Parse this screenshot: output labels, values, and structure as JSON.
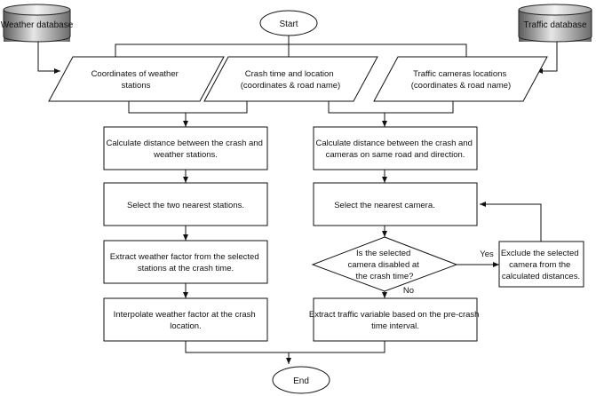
{
  "databases": {
    "weather": "Weather database",
    "traffic": "Traffic database"
  },
  "terminals": {
    "start": "Start",
    "end": "End"
  },
  "inputs": {
    "weather_stations": [
      "Coordinates of weather",
      "stations"
    ],
    "crash": [
      "Crash time and location",
      "(coordinates & road name)"
    ],
    "cameras": [
      "Traffic cameras locations",
      "(coordinates & road name)"
    ]
  },
  "left_steps": {
    "distance_stations": [
      "Calculate distance between the crash and",
      "weather stations."
    ],
    "select_stations": [
      "Select the two nearest stations."
    ],
    "extract_weather": [
      "Extract weather factor from the selected",
      "stations at the crash time."
    ],
    "interpolate": [
      "Interpolate weather factor at the crash",
      "location."
    ]
  },
  "right_steps": {
    "distance_cameras": [
      "Calculate distance between the crash and",
      "cameras on same road and direction."
    ],
    "select_camera": [
      "Select the nearest camera."
    ],
    "decision": [
      "Is the selected",
      "camera disabled at",
      "the crash time?"
    ],
    "exclude": [
      "Exclude the selected",
      "camera from the",
      "calculated distances."
    ],
    "extract_traffic": [
      "Extract traffic variable based on the pre-crash",
      "time interval."
    ]
  },
  "branch_labels": {
    "yes": "Yes",
    "no": "No"
  }
}
